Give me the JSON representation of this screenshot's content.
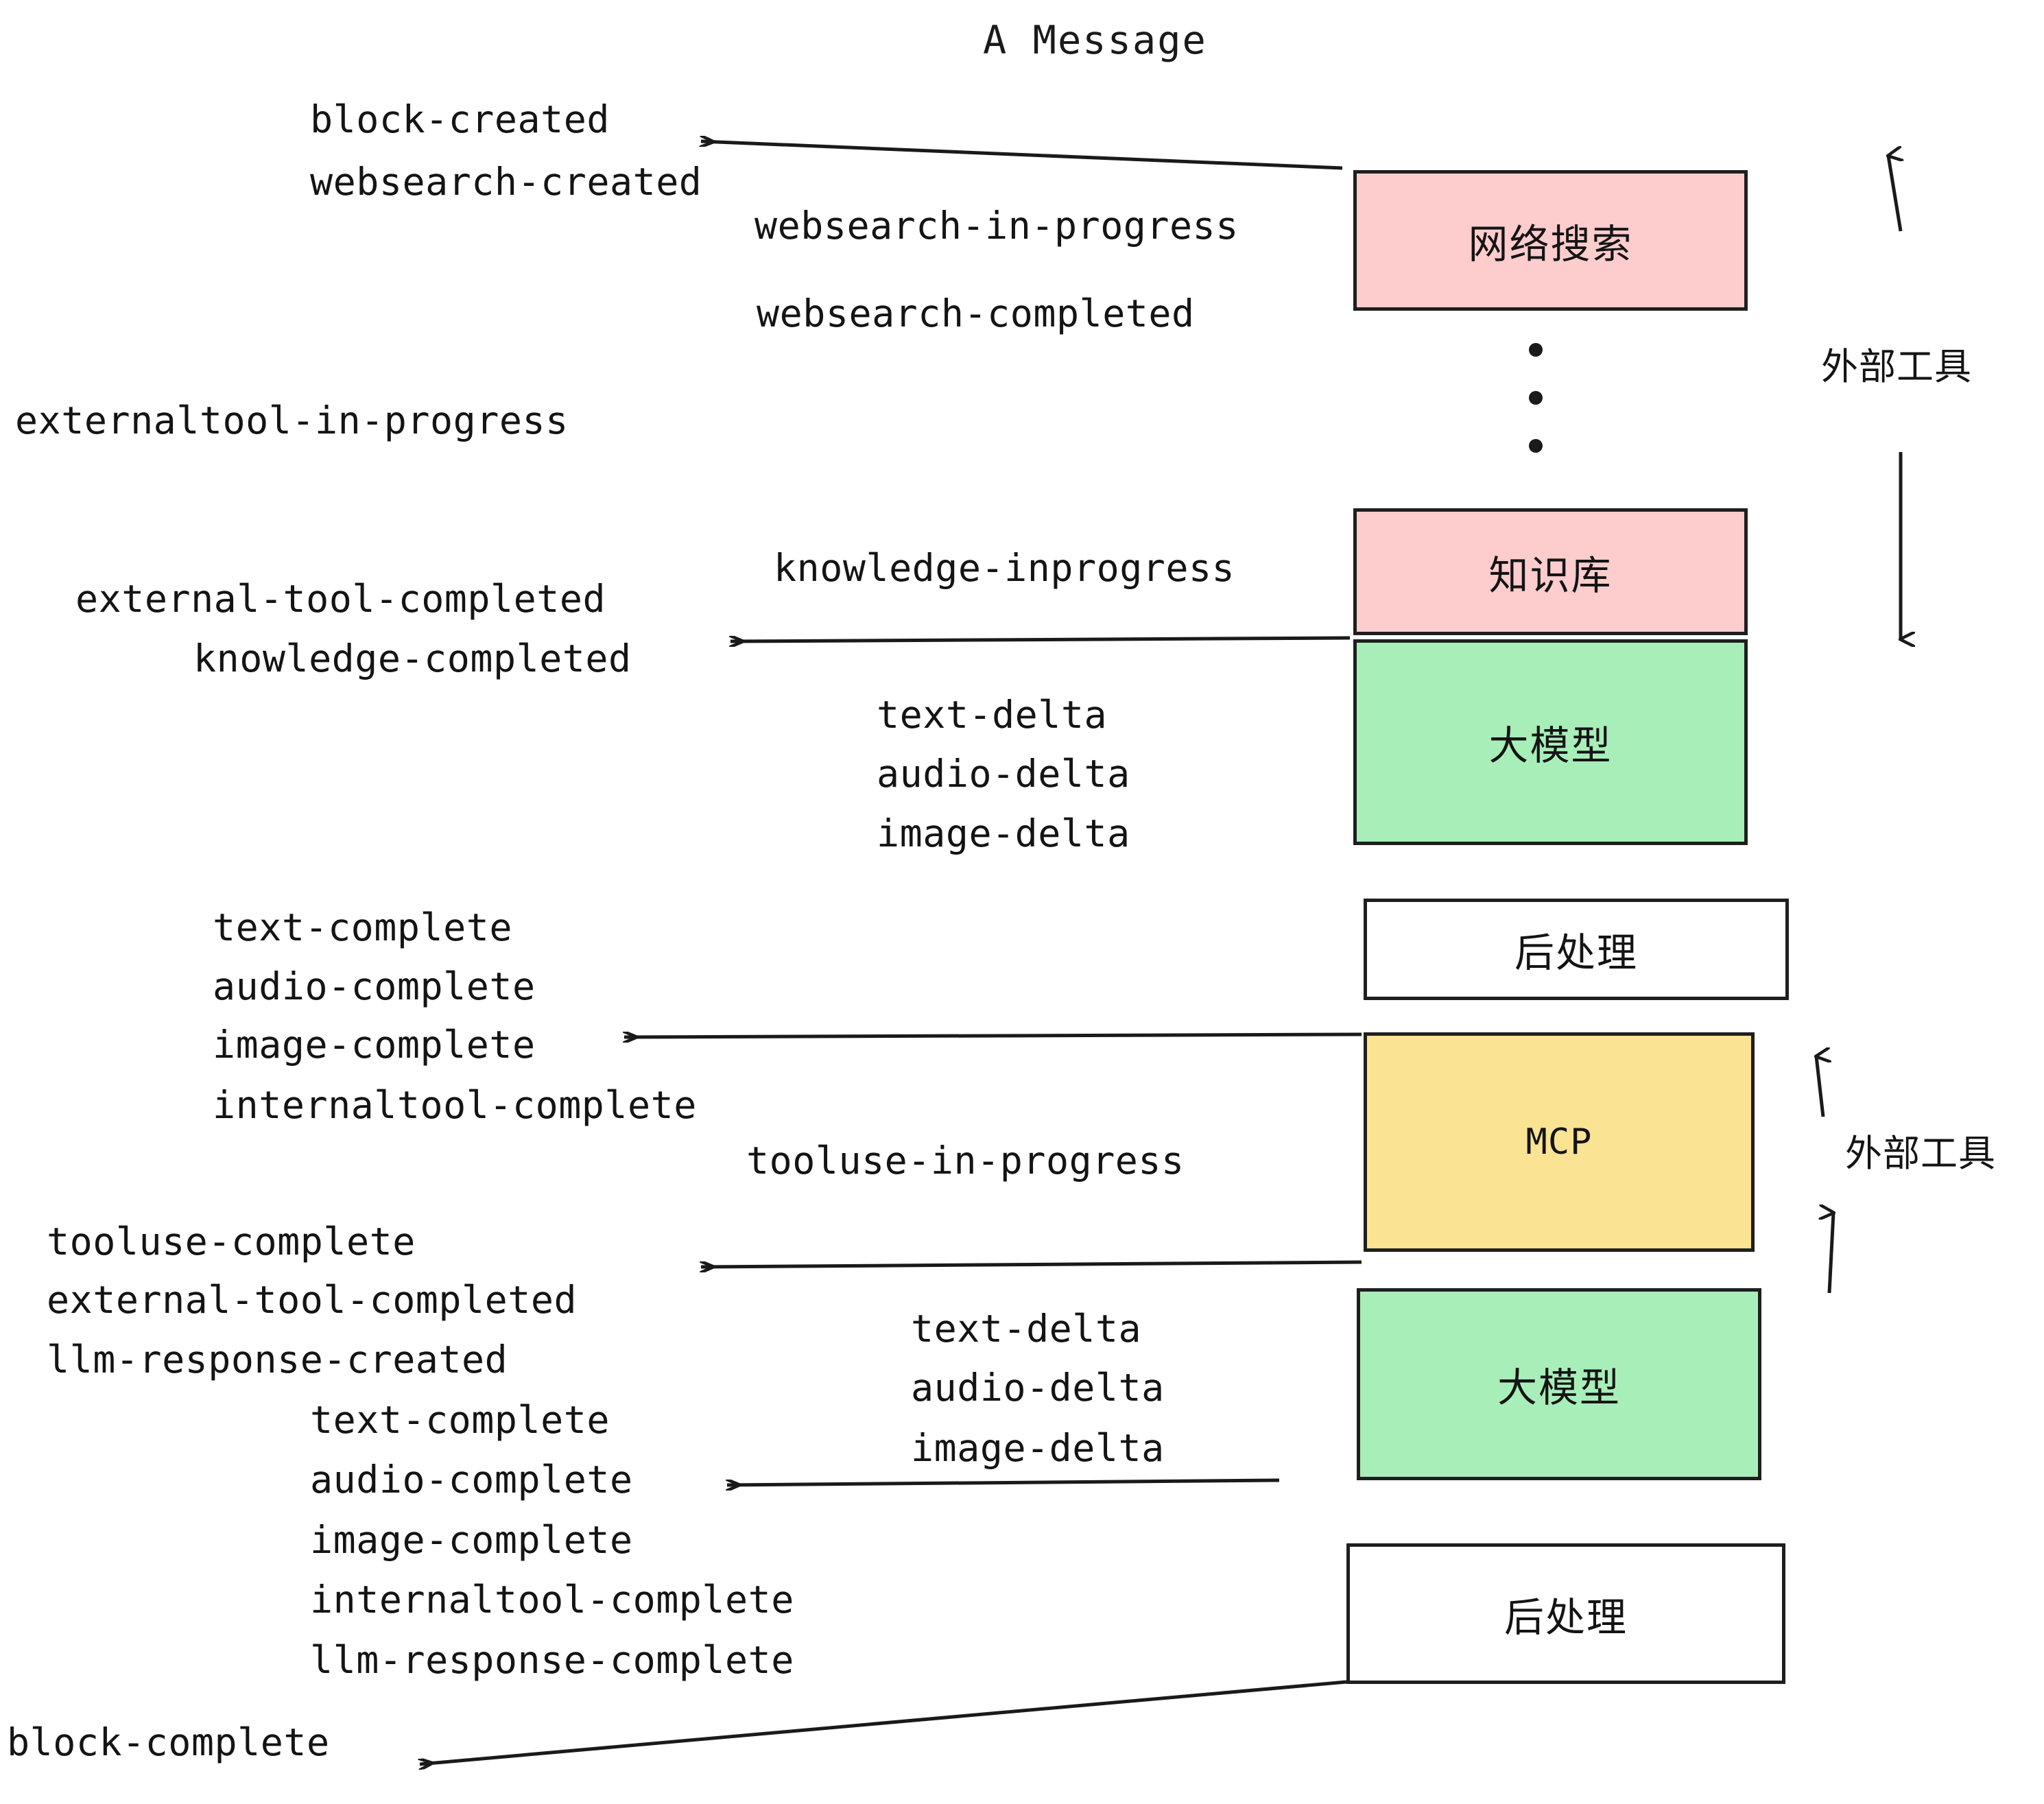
{
  "diagram": {
    "title": "A Message",
    "colors": {
      "external_tool_fill": "#fdcccc",
      "llm_fill": "#a8eeb9",
      "mcp_fill": "#fbe394",
      "postprocess_fill": "#ffffff",
      "stroke": "#1f1f1f",
      "text": "#141414",
      "background": "#ffffff"
    },
    "nodes": [
      {
        "id": "websearch",
        "label": "网络搜索",
        "kind": "external-tool",
        "fill": "#fdcccc"
      },
      {
        "id": "knowledge",
        "label": "知识库",
        "kind": "external-tool",
        "fill": "#fdcccc"
      },
      {
        "id": "llm-1",
        "label": "大模型",
        "kind": "llm",
        "fill": "#a8eeb9"
      },
      {
        "id": "postproc-1",
        "label": "后处理",
        "kind": "post-process",
        "fill": "#ffffff"
      },
      {
        "id": "mcp",
        "label": "MCP",
        "kind": "mcp",
        "fill": "#fbe394"
      },
      {
        "id": "llm-2",
        "label": "大模型",
        "kind": "llm",
        "fill": "#a8eeb9"
      },
      {
        "id": "postproc-2",
        "label": "后处理",
        "kind": "post-process",
        "fill": "#ffffff"
      }
    ],
    "side_labels": [
      {
        "id": "external-tools-top",
        "label": "外部工具"
      },
      {
        "id": "external-tools-bottom",
        "label": "外部工具"
      }
    ],
    "events": [
      {
        "id": "e01",
        "text": "block-created"
      },
      {
        "id": "e02",
        "text": "websearch-created"
      },
      {
        "id": "e03",
        "text": "websearch-in-progress"
      },
      {
        "id": "e04",
        "text": "websearch-completed"
      },
      {
        "id": "e05",
        "text": "externaltool-in-progress"
      },
      {
        "id": "e06",
        "text": "knowledge-inprogress"
      },
      {
        "id": "e07",
        "text": "external-tool-completed"
      },
      {
        "id": "e08",
        "text": "knowledge-completed"
      },
      {
        "id": "e09",
        "text": "text-delta"
      },
      {
        "id": "e10",
        "text": "audio-delta"
      },
      {
        "id": "e11",
        "text": "image-delta"
      },
      {
        "id": "e12",
        "text": "text-complete"
      },
      {
        "id": "e13",
        "text": "audio-complete"
      },
      {
        "id": "e14",
        "text": "image-complete"
      },
      {
        "id": "e15",
        "text": "internaltool-complete"
      },
      {
        "id": "e16",
        "text": "tooluse-in-progress"
      },
      {
        "id": "e17",
        "text": "tooluse-complete"
      },
      {
        "id": "e18",
        "text": "external-tool-completed"
      },
      {
        "id": "e19",
        "text": "llm-response-created"
      },
      {
        "id": "e20",
        "text": "text-delta"
      },
      {
        "id": "e21",
        "text": "audio-delta"
      },
      {
        "id": "e22",
        "text": "image-delta"
      },
      {
        "id": "e23",
        "text": "text-complete"
      },
      {
        "id": "e24",
        "text": "audio-complete"
      },
      {
        "id": "e25",
        "text": "image-complete"
      },
      {
        "id": "e26",
        "text": "internaltool-complete"
      },
      {
        "id": "e27",
        "text": "llm-response-complete"
      },
      {
        "id": "e28",
        "text": "block-complete"
      }
    ],
    "ellipsis": {
      "id": "vertical-ellipsis",
      "dot_count": 3
    }
  }
}
